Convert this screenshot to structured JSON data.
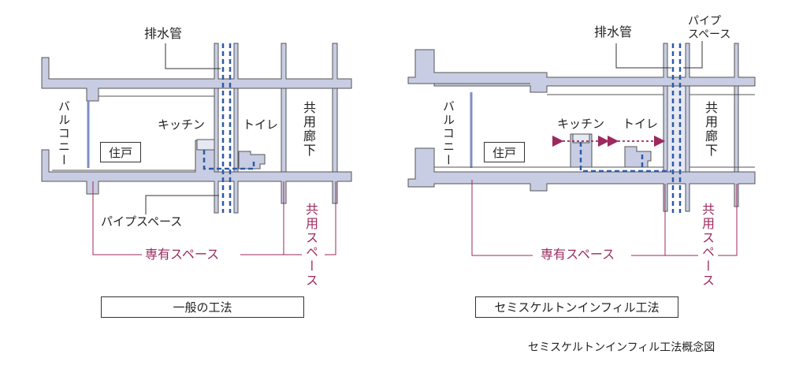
{
  "colors": {
    "structure": "#c8cde3",
    "outline": "#555555",
    "pipe": "#2d5aa6",
    "common": "#9c2a5e"
  },
  "left": {
    "drain_pipe": "排水管",
    "pipe_space": "パイプスペース",
    "balcony": "バルコニー",
    "dwelling": "住戸",
    "kitchen": "キッチン",
    "toilet": "トイレ",
    "corridor": "共用廊下",
    "private_space": "専有スペース",
    "common_space": "共用スペース",
    "method": "一般の工法"
  },
  "right": {
    "drain_pipe": "排水管",
    "pipe_space_1": "パイプ",
    "pipe_space_2": "スペース",
    "balcony": "バルコニー",
    "dwelling": "住戸",
    "kitchen": "キッチン",
    "toilet": "トイレ",
    "corridor": "共用廊下",
    "private_space": "専有スペース",
    "common_space": "共用スペース",
    "method": "セミスケルトンインフィル工法"
  },
  "caption": "セミスケルトンインフィル工法概念図"
}
